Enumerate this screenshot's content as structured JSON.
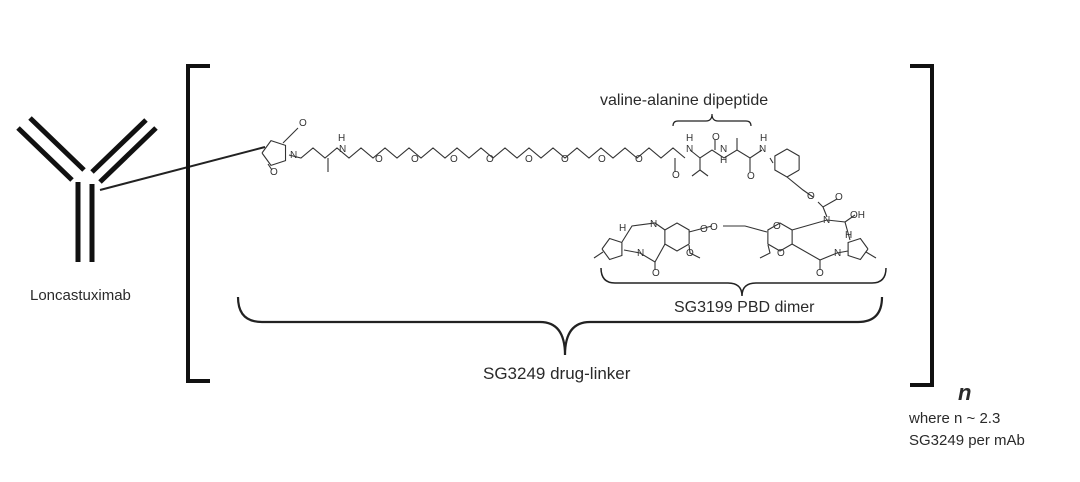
{
  "antibody": {
    "label": "Loncastuximab"
  },
  "labels": {
    "dipeptide": "valine-alanine dipeptide",
    "pbd_dimer": "SG3199 PBD dimer",
    "drug_linker": "SG3249 drug-linker",
    "n_symbol": "n",
    "n_value": "where n ~ 2.3",
    "n_unit": "SG3249 per mAb"
  },
  "atoms": [
    "O",
    "O",
    "N",
    "H",
    "N",
    "O",
    "O",
    "O",
    "O",
    "O",
    "O",
    "O",
    "O",
    "O",
    "H",
    "N",
    "O",
    "O",
    "N",
    "H",
    "O",
    "H",
    "N",
    "O",
    "O",
    "O",
    "N",
    "OH",
    "H",
    "N",
    "O",
    "O",
    "O",
    "N",
    "H",
    "N",
    "O",
    "O"
  ]
}
